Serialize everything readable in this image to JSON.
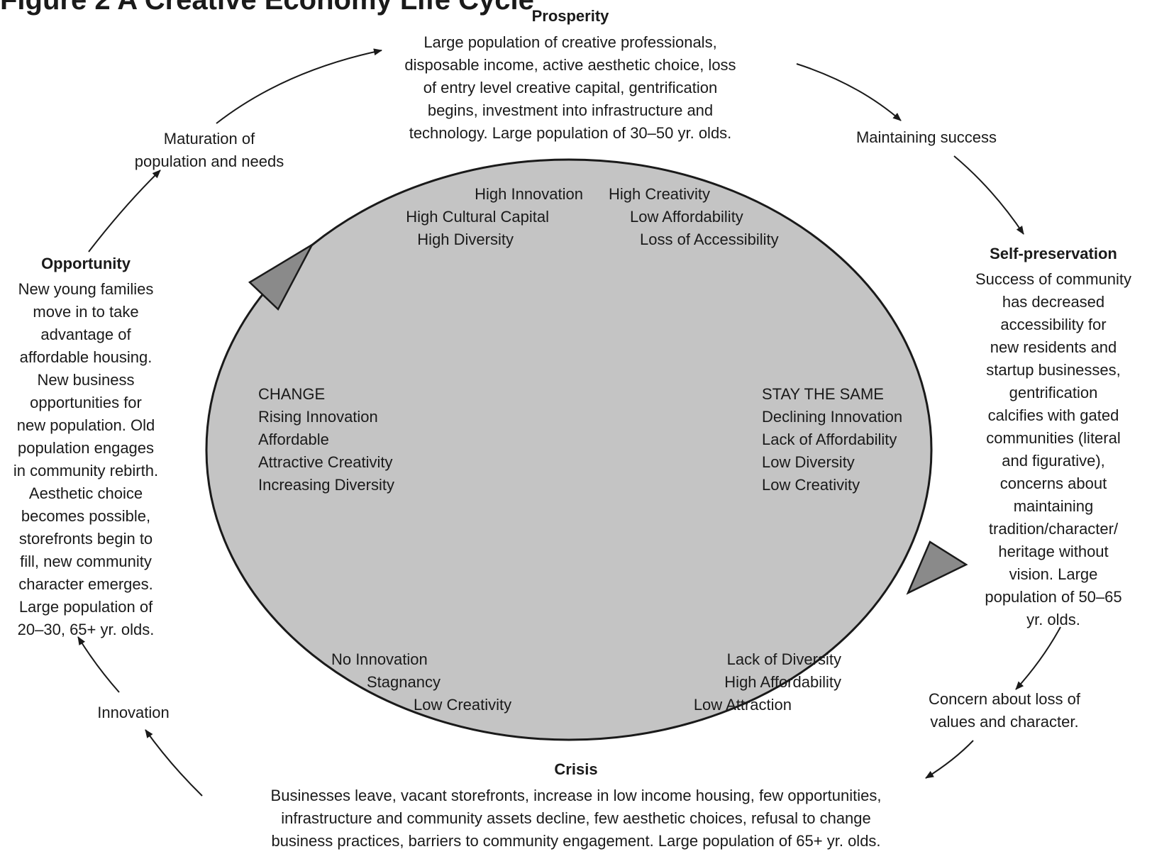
{
  "figure_title": "Figure 2 A Creative Economy Life Cycle",
  "colors": {
    "ellipse_fill": "#c4c4c4",
    "triangle_fill": "#8a8a8a",
    "stroke": "#1a1a1a",
    "text": "#1a1a1a"
  },
  "stages": {
    "prosperity": {
      "heading": "Prosperity",
      "body": "Large population of creative professionals,\ndisposable income, active aesthetic choice, loss\nof entry level creative capital, gentrification\nbegins, investment into infrastructure and\ntechnology. Large population of 30–50 yr. olds."
    },
    "self_preservation": {
      "heading": "Self-preservation",
      "body": "Success of community\nhas decreased\naccessibility for\nnew residents and\nstartup businesses,\ngentrification\ncalcifies with gated\ncommunities (literal\nand figurative),\nconcerns about\nmaintaining\ntradition/character/\nheritage without\nvision. Large\npopulation of 50–65\nyr. olds."
    },
    "crisis": {
      "heading": "Crisis",
      "body": "Businesses leave, vacant storefronts, increase in low income housing, few opportunities,\ninfrastructure and community assets decline, few aesthetic choices, refusal to change\nbusiness practices, barriers to community engagement. Large population of 65+ yr. olds."
    },
    "opportunity": {
      "heading": "Opportunity",
      "body": "New young families\nmove in to take\nadvantage of\naffordable housing.\nNew business\nopportunities for\nnew population. Old\npopulation engages\nin community rebirth.\nAesthetic choice\nbecomes possible,\nstorefronts begin to\nfill, new community\ncharacter emerges.\nLarge population of\n20–30, 65+ yr. olds."
    }
  },
  "transitions": {
    "maturation": "Maturation of\npopulation and needs",
    "maintaining": "Maintaining success",
    "concern": "Concern about loss of\nvalues and character.",
    "innovation": "Innovation"
  },
  "ellipse": {
    "top_left": "High Innovation\nHigh Cultural Capital\nHigh Diversity",
    "top_right": "High Creativity\nLow Affordability\nLoss of Accessibility",
    "change": "CHANGE\nRising Innovation\nAffordable\nAttractive Creativity\nIncreasing Diversity",
    "stay_the_same": "STAY THE SAME\nDeclining Innovation\nLack of Affordability\nLow Diversity\nLow Creativity",
    "bottom_left": "No Innovation\nStagnancy\nLow Creativity",
    "bottom_right": "Lack of Diversity\nHigh Affordability\nLow Attraction"
  }
}
